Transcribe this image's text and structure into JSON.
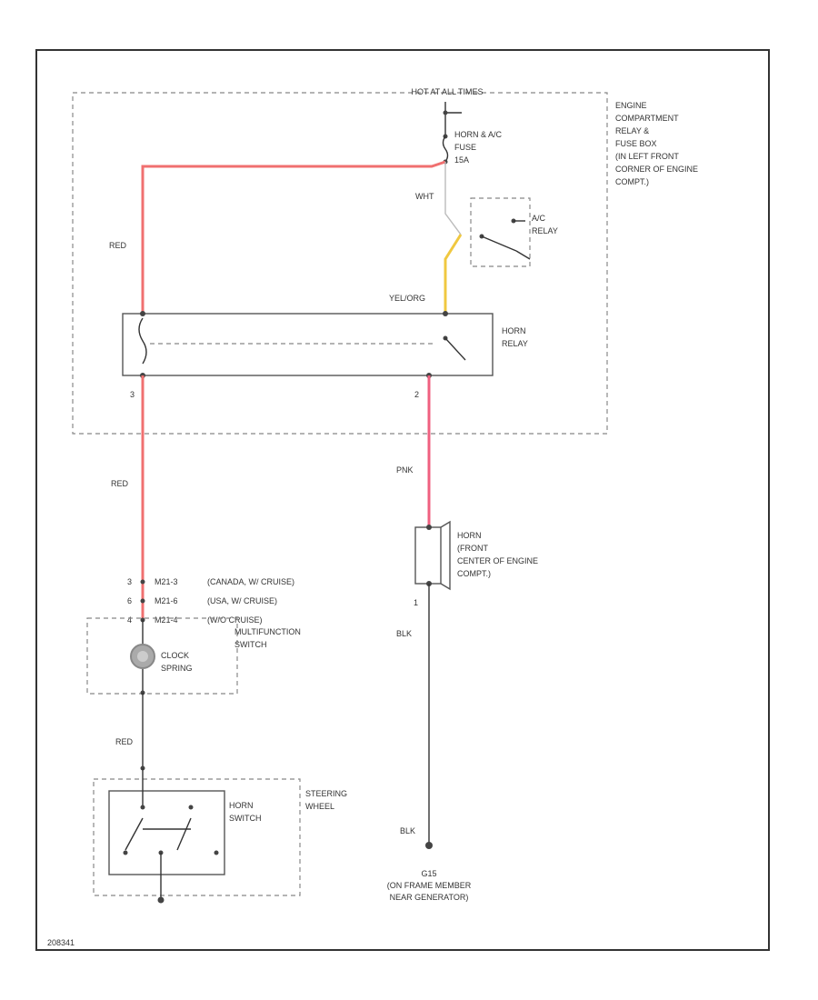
{
  "colors": {
    "red_wire": "#f07070",
    "pink_wire": "#f06080",
    "yellow_wire": "#f0c840",
    "black_wire": "#333333",
    "white_wire": "#bbbbbb"
  },
  "labels": {
    "hot_at_all_times": "HOT AT ALL TIMES",
    "engine_box": [
      "ENGINE",
      "COMPARTMENT",
      "RELAY &",
      "FUSE BOX",
      "(IN LEFT FRONT",
      "CORNER OF ENGINE",
      "COMPT.)"
    ],
    "fuse": [
      "HORN & A/C",
      "FUSE",
      "15A"
    ],
    "wht": "WHT",
    "ac_relay": [
      "A/C",
      "RELAY"
    ],
    "red_top": "RED",
    "yel_org": "YEL/ORG",
    "horn_relay": [
      "HORN",
      "RELAY"
    ],
    "pin_left": "3",
    "pin_right": "2",
    "red_mid": "RED",
    "pnk": "PNK",
    "horn": [
      "HORN",
      "(FRONT",
      "CENTER OF ENGINE",
      "COMPT.)"
    ],
    "horn_pin": "1",
    "blk_1": "BLK",
    "blk_2": "BLK",
    "connectors": [
      {
        "pin": "3",
        "code": "M21-3",
        "note": "(CANADA, W/ CRUISE)"
      },
      {
        "pin": "6",
        "code": "M21-6",
        "note": "(USA, W/ CRUISE)"
      },
      {
        "pin": "4",
        "code": "M21-4",
        "note": "(W/O CRUISE)"
      }
    ],
    "multifunction": [
      "MULTIFUNCTION",
      "SWITCH"
    ],
    "clock_spring": [
      "CLOCK",
      "SPRING"
    ],
    "red_low": "RED",
    "steering_wheel": [
      "STEERING",
      "WHEEL"
    ],
    "horn_switch": [
      "HORN",
      "SWITCH"
    ],
    "ground": [
      "G15",
      "(ON FRAME MEMBER",
      "NEAR GENERATOR)"
    ],
    "footer": "208341"
  }
}
